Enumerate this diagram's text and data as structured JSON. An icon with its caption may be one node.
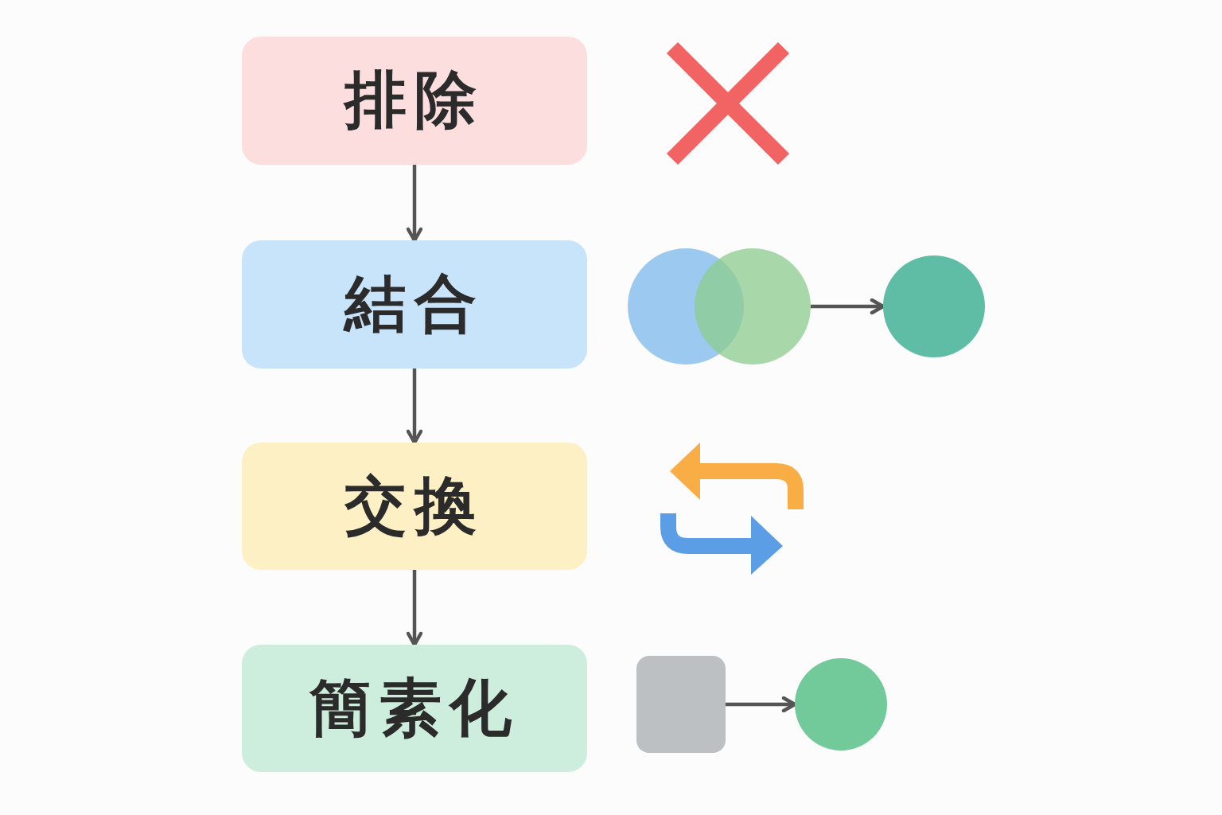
{
  "diagram": {
    "nodes": [
      {
        "text": [
          "排除"
        ]
      },
      {
        "text": [
          "結合"
        ]
      },
      {
        "text": [
          "交換"
        ]
      },
      {
        "text": [
          "簡素化"
        ]
      },
      {
        "text": [],
        "shape": "circle"
      },
      {
        "text": [],
        "shape": "circle"
      },
      {
        "text": [],
        "shape": "circle"
      },
      {
        "text": [],
        "shape": "box"
      },
      {
        "text": [],
        "shape": "circle"
      }
    ],
    "edges": [
      {
        "from": 0,
        "to": 1,
        "arrow": "to"
      },
      {
        "from": 1,
        "to": 2,
        "arrow": "to"
      },
      {
        "from": 2,
        "to": 3,
        "arrow": "to"
      },
      {
        "from": 5,
        "to": 6,
        "arrow": "to"
      },
      {
        "from": 7,
        "to": 8,
        "arrow": "to"
      }
    ]
  }
}
